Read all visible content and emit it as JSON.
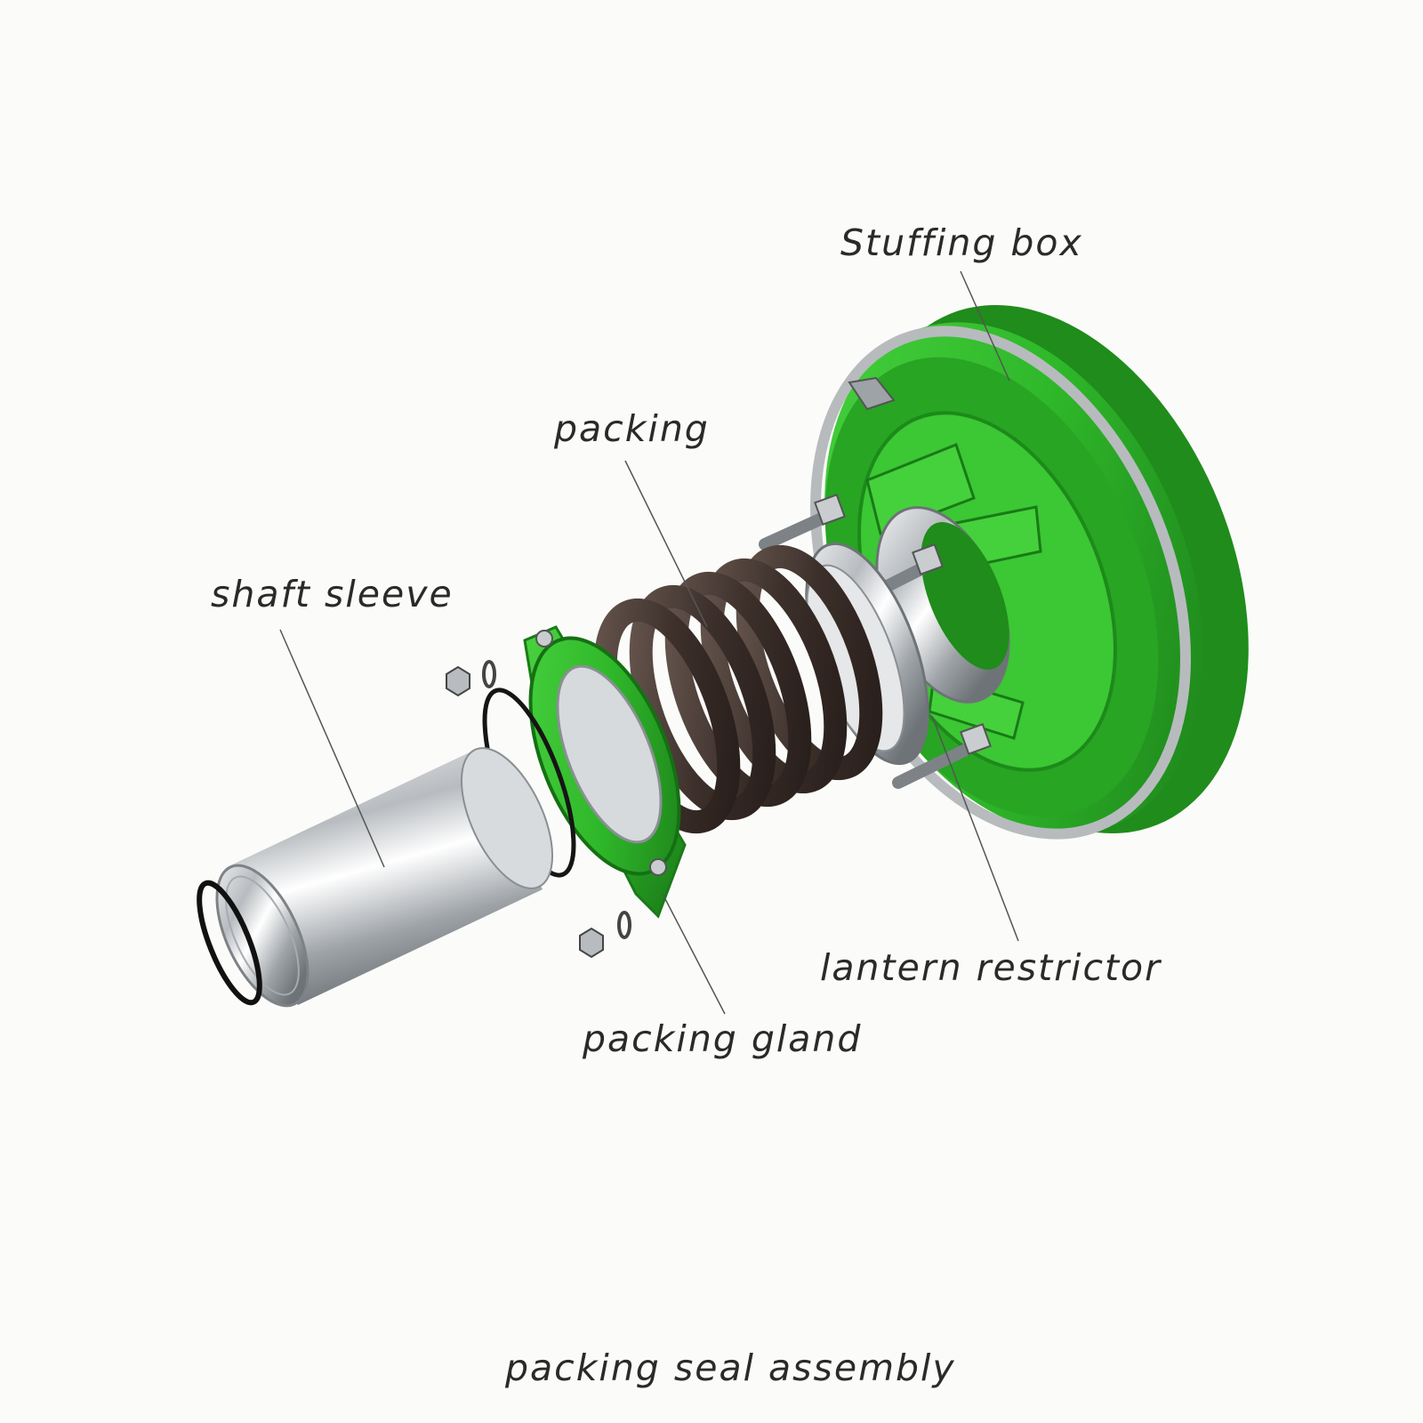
{
  "labels": {
    "stuffing_box": "Stuffing box",
    "packing": "packing",
    "shaft_sleeve": "shaft sleeve",
    "lantern_restrictor": "lantern restrictor",
    "packing_gland": "packing gland"
  },
  "caption": "packing seal assembly",
  "colors": {
    "green": "#2fb82a",
    "green_dark": "#1a7a18",
    "steel": "#c9cdd0",
    "packing_ring": "#4a3a34",
    "leader": "#555555"
  }
}
